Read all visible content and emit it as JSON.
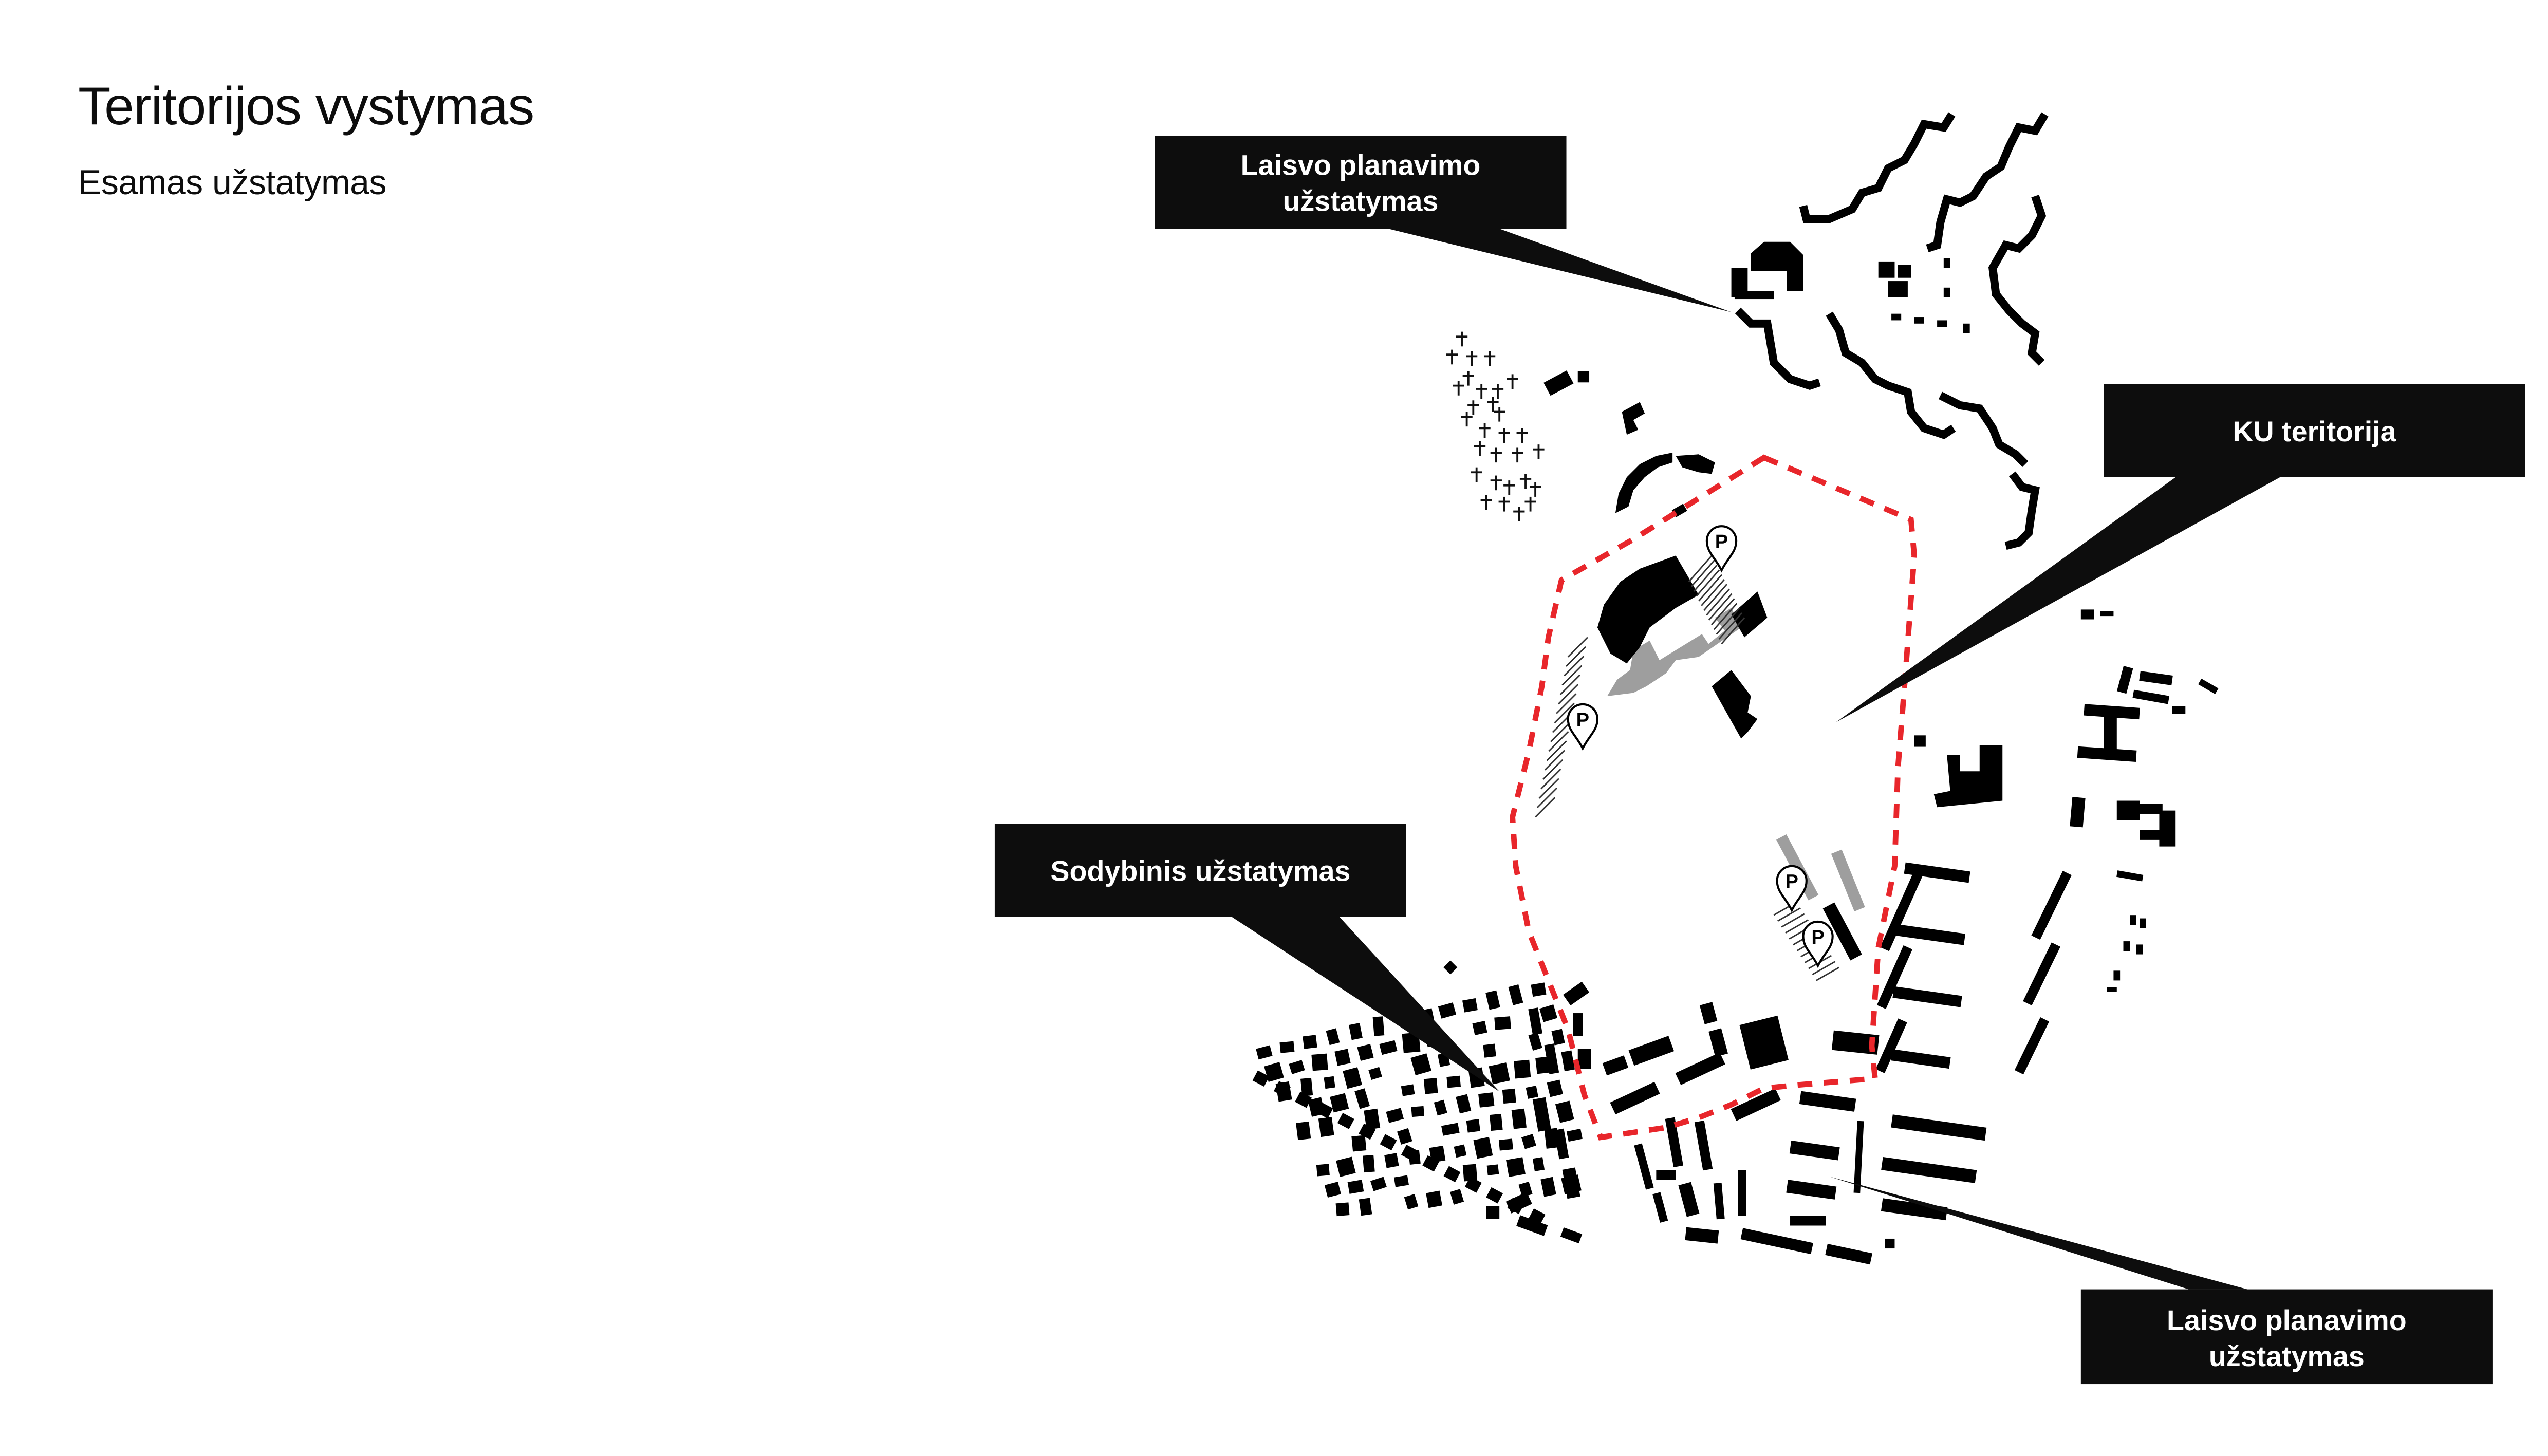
{
  "header": {
    "title": "Teritorijos vystymas",
    "subtitle": "Esamas užstatymas"
  },
  "map": {
    "callouts": [
      {
        "id": "north-free-planning",
        "lines": [
          "Laisvo planavimo",
          "užstatymas"
        ]
      },
      {
        "id": "ku-territory",
        "lines": [
          "KU teritorija"
        ]
      },
      {
        "id": "homestead",
        "lines": [
          "Sodybinis užstatymas"
        ]
      },
      {
        "id": "south-free-planning",
        "lines": [
          "Laisvo planavimo",
          "užstatymas"
        ]
      }
    ],
    "parking_symbol": "P",
    "parking_count": 4,
    "colors": {
      "boundary": "#e8262b",
      "building": "#000000",
      "callout_bg": "#0d0d0d",
      "planned": "#9e9e9e"
    },
    "icons": {
      "parking": "parking-pin-icon",
      "cemetery": "cross-icon"
    }
  }
}
